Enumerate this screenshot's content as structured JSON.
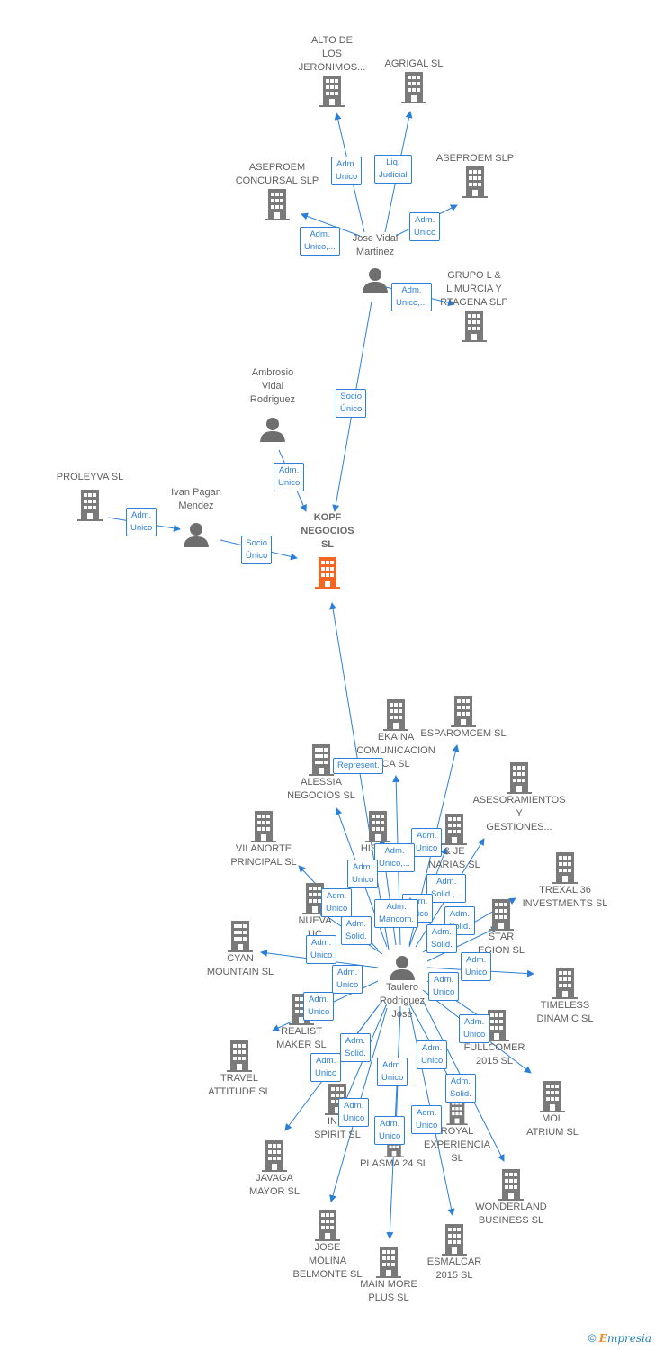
{
  "colors": {
    "edge": "#2c7fd8",
    "building": "#7a7a7a",
    "main_building": "#f26522",
    "person": "#6e6e6e"
  },
  "nodes": {
    "alto": "ALTO DE\nLOS\nJERONIMOS...",
    "agrigal": "AGRIGAL  SL",
    "asep_concursal": "ASEPROEM\nCONCURSAL SLP",
    "asep_slp": "ASEPROEM SLP",
    "jose_vidal": "Jose Vidal\nMartinez",
    "grupo": "GRUPO L &\nL MURCIA Y\nRTAGENA SLP",
    "ambrosio": "Ambrosio\nVidal\nRodriguez",
    "proleyva": "PROLEYVA SL",
    "ivan": "Ivan Pagan\nMendez",
    "kopf": "KOPF\nNEGOCIOS\nSL",
    "ekaina": "EKAINA\nCOMUNICACION\nCA  SL",
    "esparomcem": "ESPAROMCEM SL",
    "alessia": "ALESSIA\nNEGOCIOS  SL",
    "asesoramientos": "ASESORAMIENTOS\nY\nGESTIONES...",
    "vilanorte": "VILANORTE\nPRINCIPAL  SL",
    "his": "HIS",
    "je": "& JE\nNARIAS  SL",
    "trexal": "TREXAL 36\nINVESTMENTS SL",
    "nueva": "NUEVA\nUC",
    "star": "STAR\nEGION  SL",
    "cyan": "CYAN\nMOUNTAIN  SL",
    "taulero": "Taulero\nRodriguez\nJose",
    "timeless": "TIMELESS\nDINAMIC  SL",
    "realist": "REALIST\nMAKER  SL",
    "fullcomer": "FULLCOMER\n2015  SL",
    "travel": "TRAVEL\nATTITUDE  SL",
    "mol": "MOL\nATRIUM  SL",
    "inic": "INIC\nSPIRIT  SL",
    "royal": "ROYAL\nEXPERIENCIA\nSL",
    "plasma": "PLASMA 24 SL",
    "javaga": "JAVAGA\nMAYOR  SL",
    "wonderland": "WONDERLAND\nBUSINESS  SL",
    "jose_molina": "JOSE\nMOLINA\nBELMONTE  SL",
    "esmalcar": "ESMALCAR\n2015  SL",
    "mainmore": "MAIN MORE\nPLUS  SL"
  },
  "relations": {
    "r1": "Adm.\nUnico",
    "r2": "Liq.\nJudicial",
    "r3": "Adm.\nUnico",
    "r4": "Adm.\nUnico,...",
    "r5": "Adm.\nUnico,...",
    "r6": "Socio\nÚnico",
    "r7": "Adm.\nUnico",
    "r8": "Adm.\nUnico",
    "r9": "Socio\nÚnico",
    "r10": "Represent.",
    "r11": "Adm.\nUnico",
    "r12": "Adm.\nUnico,...",
    "r13": "Adm.\nUnico",
    "r14": "Adm.\nSolid.,...",
    "r15": "Adm.\nUnico",
    "r16": "Adm.\nUnico",
    "r17": "Adm.\nMancom.",
    "r18": "Adm.\nSolid.",
    "r19": "Adm.\nSolid.",
    "r20": "Adm.\nSolid.",
    "r21": "Adm.\nUnico",
    "r22": "Adm.\nUnico",
    "r23": "Adm.\nUnico",
    "r24": "Adm.\nUnico",
    "r25": "Adm.\nUnico",
    "r26": "Adm.\nUnico",
    "r27": "Adm.\nSolid.",
    "r28": "Adm.\nUnico",
    "r29": "Adm.\nUnico",
    "r30": "Adm.\nUnico",
    "r31": "Adm.\nSolid.",
    "r32": "Adm.\nUnico",
    "r33": "Adm.\nUnico",
    "r34": "Adm.\nUnico"
  },
  "footer": {
    "copyright": "©",
    "brand_e": "E",
    "brand_rest": "mpresia"
  }
}
